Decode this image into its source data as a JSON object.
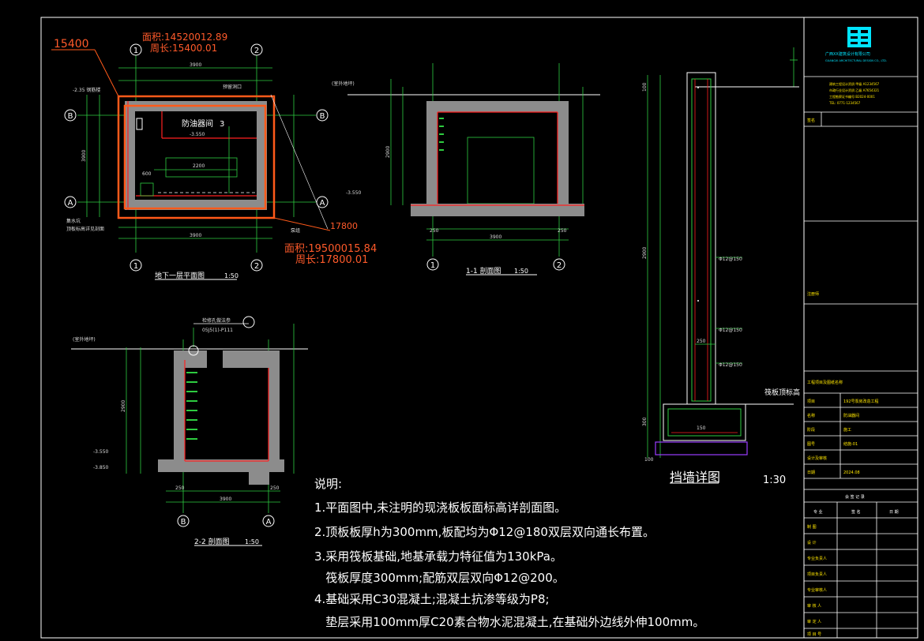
{
  "plan": {
    "title": "地下一层平面图",
    "scale": "1:50",
    "room": "防油器间",
    "room_no": "3",
    "level": "-3.550",
    "dims": {
      "top": "3900",
      "bottom": "3900",
      "left": "3900",
      "inner": "2200",
      "sub": "600"
    },
    "axis": {
      "n1": "1",
      "n2": "2",
      "a": "A",
      "b": "B"
    },
    "labels": {
      "wall": "-2.35 钢筋楼",
      "dimL": "集水坑",
      "note_l": "顶板标高详见剖面",
      "note_r": "泵组",
      "hole": "预留洞口"
    },
    "orange_top": {
      "value": "15400",
      "area": "面积:14520012.89",
      "perim": "周长:15400.01"
    },
    "orange_bottom": {
      "value": "17800",
      "area": "面积:19500015.84",
      "perim": "周长:17800.01"
    }
  },
  "sec11": {
    "title": "1-1 剖面图",
    "scale": "1:50",
    "top_label": "(室外地坪)",
    "level_low": "-3.550",
    "dims": {
      "bottom": "3900",
      "left": "250",
      "right": "250",
      "h": "2900"
    },
    "axis": {
      "n1": "1",
      "n2": "2"
    }
  },
  "sec22": {
    "title": "2-2 剖面图",
    "scale": "1:50",
    "top_label": "(室外地坪)",
    "hole_label": "检修孔做法参",
    "hole_ref": "05J5(1)-P111",
    "levels": {
      "l1": "-3.550",
      "l2": "-3.850"
    },
    "dims": {
      "bottom": "3900",
      "l": "250",
      "r": "250",
      "h": "2900"
    },
    "axis": {
      "b": "B",
      "a": "A"
    }
  },
  "wall_detail": {
    "title": "挡墙详图",
    "scale": "1:30",
    "labels": {
      "r1": "Φ12@150",
      "r2": "Φ12@150",
      "r3": "Φ12@150",
      "d1": "250",
      "bottom_dim": "100",
      "top_dim": "100",
      "h": "2900",
      "base": "300",
      "foot": "150",
      "right_note": "筏板顶标高"
    }
  },
  "notes": {
    "heading": "说明:",
    "items": [
      "1.平面图中,未注明的现浇板板面标高详剖面图。",
      "2.顶板板厚h为300mm,板配均为Φ12@180双层双向通长布置。",
      "3.采用筏板基础,地基承载力特征值为130kPa。",
      "   筏板厚度300mm;配筋双层双向Φ12@200。",
      "4.基础采用C30混凝土;混凝土抗渗等级为P8;",
      "   垫层采用100mm厚C20素合物水泥混凝土,在基础外边线外伸100mm。"
    ]
  },
  "title_block": {
    "logo_text": "广西XX建筑设计有限公司",
    "logo_sub": "GUANGXI ARCHITECTURAL DESIGN CO., LTD.",
    "cert_lines": [
      "建筑工程设计资质:甲级 A1234567",
      "市政行业设计资质:乙级 A7654321",
      "工程勘察证书编号:B2024-0001",
      "TEL: 0771-1234567"
    ],
    "sign_label": "签名",
    "sec_label": "注册师",
    "proj_label": "工程项目及图纸名称",
    "rows": [
      {
        "k": "项目",
        "v": "192号泵房改造工程"
      },
      {
        "k": "名称",
        "v": "防油器间"
      },
      {
        "k": "阶段",
        "v": "施工"
      },
      {
        "k": "图号",
        "v": "结施-01"
      },
      {
        "k": "设计及审核",
        "v": ""
      },
      {
        "k": "日期",
        "v": "2024.08"
      }
    ],
    "sign_header": "会 签 记 录",
    "sign_cols": [
      "专 业",
      "签 名",
      "日 期"
    ],
    "sign_rows": [
      "制 图",
      "设 计",
      "专业负责人",
      "项目负责人",
      "专业审核人",
      "审 核 人",
      "审 定 人",
      "项 目 号"
    ]
  },
  "colors": {
    "bg": "#000000",
    "line": "#ffffff",
    "green": "#2ecc40",
    "red": "#ff2020",
    "orange": "#ff5a1a",
    "gray": "#8c8c8c",
    "purple": "#9a3cff",
    "cyan": "#00e5ff",
    "yellow": "#ffe600"
  }
}
